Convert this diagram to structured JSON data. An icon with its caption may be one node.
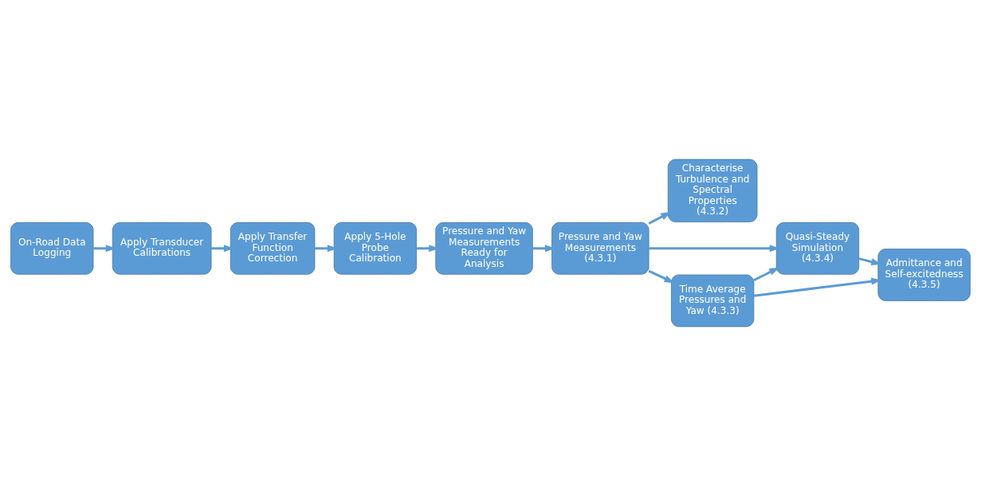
{
  "diagram": {
    "nodes": [
      {
        "text": [
          "On-Road Data Logging"
        ]
      },
      {
        "text": [
          "Apply Transducer Calibrations"
        ]
      },
      {
        "text": [
          "Apply Transfer Function Correction"
        ]
      },
      {
        "text": [
          "Apply 5-Hole Probe Calibration"
        ]
      },
      {
        "text": [
          "Pressure and Yaw Measurements Ready for Analysis"
        ]
      },
      {
        "text": [
          "Pressure and Yaw Measurements (4.3.1)"
        ]
      },
      {
        "text": [
          "Characterise Turbulence and Spectral Properties (4.3.2)"
        ]
      },
      {
        "text": [
          "Time Average Pressures and Yaw (4.3.3)"
        ]
      },
      {
        "text": [
          "Quasi-Steady Simulation (4.3.4)"
        ]
      },
      {
        "text": [
          "Admittance and Self-excitedness (4.3.5)"
        ]
      }
    ],
    "edges": [
      {
        "from": 0,
        "to": 1,
        "arrow": "to"
      },
      {
        "from": 1,
        "to": 2,
        "arrow": "to"
      },
      {
        "from": 2,
        "to": 3,
        "arrow": "to"
      },
      {
        "from": 3,
        "to": 4,
        "arrow": "to"
      },
      {
        "from": 4,
        "to": 5,
        "arrow": "to"
      },
      {
        "from": 5,
        "to": 6,
        "arrow": "to"
      },
      {
        "from": 5,
        "to": 7,
        "arrow": "to"
      },
      {
        "from": 5,
        "to": 8,
        "arrow": "to"
      },
      {
        "from": 7,
        "to": 8,
        "arrow": "to"
      },
      {
        "from": 7,
        "to": 9,
        "arrow": "to"
      },
      {
        "from": 8,
        "to": 9,
        "arrow": "to"
      }
    ]
  }
}
